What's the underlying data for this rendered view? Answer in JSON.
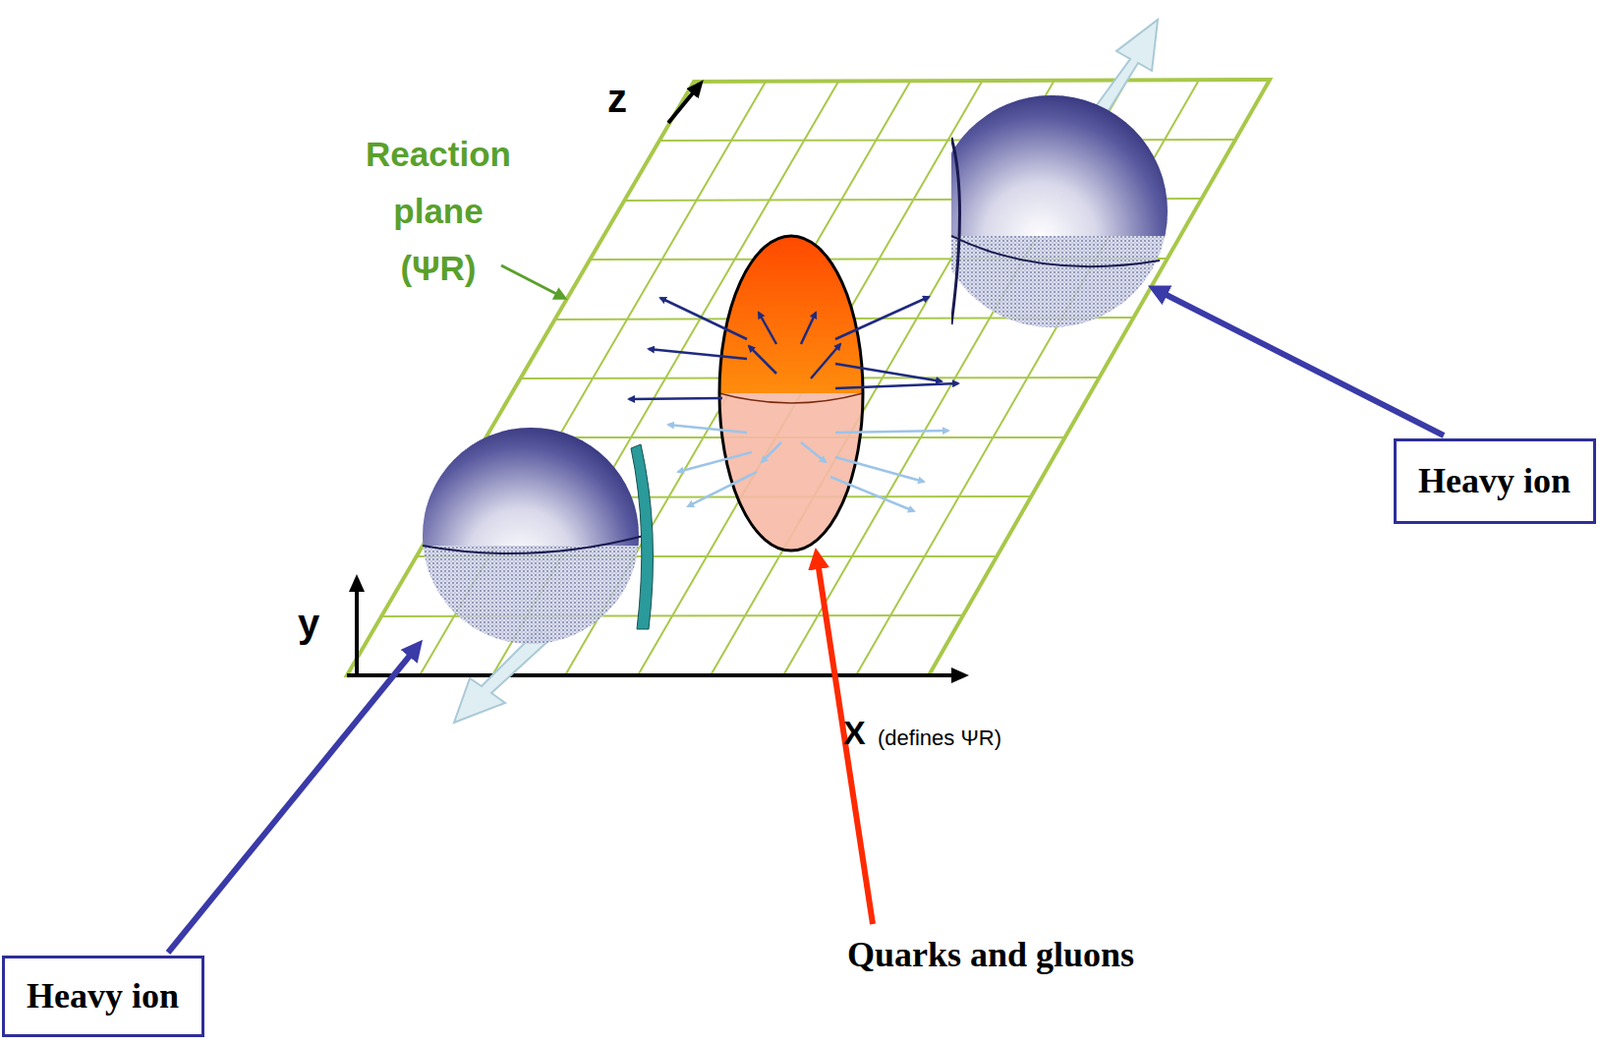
{
  "diagram": {
    "nodes": [
      {
        "text": [
          "Heavy ion"
        ]
      },
      {
        "text": [
          "Heavy ion"
        ]
      }
    ],
    "labels": [
      "z",
      "Reaction plane (ΨR)",
      "y",
      "X",
      "(defines ΨR)",
      "Quarks and gluons"
    ]
  }
}
